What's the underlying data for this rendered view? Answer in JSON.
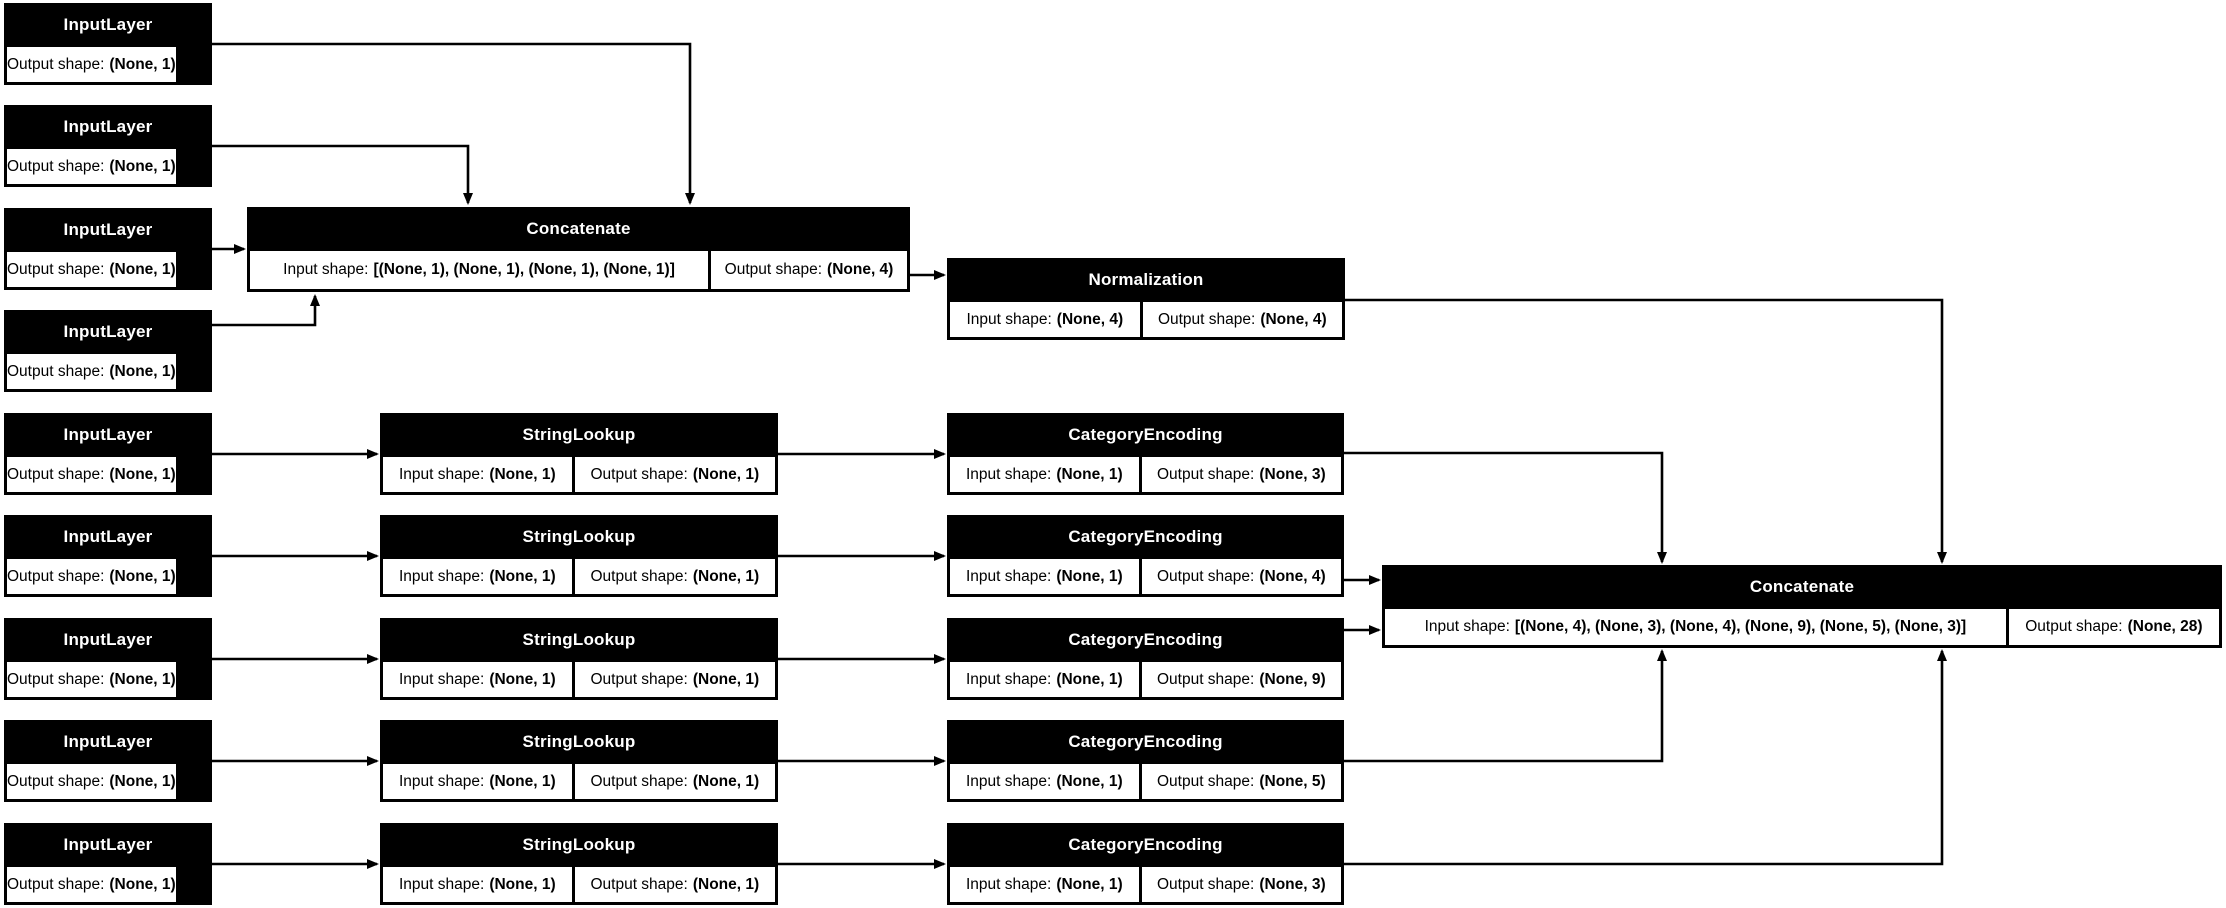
{
  "diagram": {
    "kind": "keras-model-architecture-plot",
    "colors": {
      "node_background": "#000000",
      "node_title_text": "#ffffff",
      "cell_background": "#ffffff",
      "cell_text": "#000000",
      "edge": "#000000",
      "canvas": "#ffffff"
    }
  },
  "labels": {
    "input_shape": "Input shape:",
    "output_shape": "Output shape:"
  },
  "nodes": [
    {
      "id": "input_1",
      "title": "InputLayer",
      "cells": [
        {
          "label": "Output shape:",
          "value": "(None, 1)"
        }
      ]
    },
    {
      "id": "input_2",
      "title": "InputLayer",
      "cells": [
        {
          "label": "Output shape:",
          "value": "(None, 1)"
        }
      ]
    },
    {
      "id": "input_3",
      "title": "InputLayer",
      "cells": [
        {
          "label": "Output shape:",
          "value": "(None, 1)"
        }
      ]
    },
    {
      "id": "input_4",
      "title": "InputLayer",
      "cells": [
        {
          "label": "Output shape:",
          "value": "(None, 1)"
        }
      ]
    },
    {
      "id": "concatenate",
      "title": "Concatenate",
      "cells": [
        {
          "label": "Input shape:",
          "value": "[(None, 1), (None, 1), (None, 1), (None, 1)]"
        },
        {
          "label": "Output shape:",
          "value": "(None, 4)"
        }
      ]
    },
    {
      "id": "normalization",
      "title": "Normalization",
      "cells": [
        {
          "label": "Input shape:",
          "value": "(None, 4)"
        },
        {
          "label": "Output shape:",
          "value": "(None, 4)"
        }
      ]
    },
    {
      "id": "input_5",
      "title": "InputLayer",
      "cells": [
        {
          "label": "Output shape:",
          "value": "(None, 1)"
        }
      ]
    },
    {
      "id": "input_6",
      "title": "InputLayer",
      "cells": [
        {
          "label": "Output shape:",
          "value": "(None, 1)"
        }
      ]
    },
    {
      "id": "input_7",
      "title": "InputLayer",
      "cells": [
        {
          "label": "Output shape:",
          "value": "(None, 1)"
        }
      ]
    },
    {
      "id": "input_8",
      "title": "InputLayer",
      "cells": [
        {
          "label": "Output shape:",
          "value": "(None, 1)"
        }
      ]
    },
    {
      "id": "input_9",
      "title": "InputLayer",
      "cells": [
        {
          "label": "Output shape:",
          "value": "(None, 1)"
        }
      ]
    },
    {
      "id": "string_lookup_1",
      "title": "StringLookup",
      "cells": [
        {
          "label": "Input shape:",
          "value": "(None, 1)"
        },
        {
          "label": "Output shape:",
          "value": "(None, 1)"
        }
      ]
    },
    {
      "id": "string_lookup_2",
      "title": "StringLookup",
      "cells": [
        {
          "label": "Input shape:",
          "value": "(None, 1)"
        },
        {
          "label": "Output shape:",
          "value": "(None, 1)"
        }
      ]
    },
    {
      "id": "string_lookup_3",
      "title": "StringLookup",
      "cells": [
        {
          "label": "Input shape:",
          "value": "(None, 1)"
        },
        {
          "label": "Output shape:",
          "value": "(None, 1)"
        }
      ]
    },
    {
      "id": "string_lookup_4",
      "title": "StringLookup",
      "cells": [
        {
          "label": "Input shape:",
          "value": "(None, 1)"
        },
        {
          "label": "Output shape:",
          "value": "(None, 1)"
        }
      ]
    },
    {
      "id": "string_lookup_5",
      "title": "StringLookup",
      "cells": [
        {
          "label": "Input shape:",
          "value": "(None, 1)"
        },
        {
          "label": "Output shape:",
          "value": "(None, 1)"
        }
      ]
    },
    {
      "id": "category_encoding_1",
      "title": "CategoryEncoding",
      "cells": [
        {
          "label": "Input shape:",
          "value": "(None, 1)"
        },
        {
          "label": "Output shape:",
          "value": "(None, 3)"
        }
      ]
    },
    {
      "id": "category_encoding_2",
      "title": "CategoryEncoding",
      "cells": [
        {
          "label": "Input shape:",
          "value": "(None, 1)"
        },
        {
          "label": "Output shape:",
          "value": "(None, 4)"
        }
      ]
    },
    {
      "id": "category_encoding_3",
      "title": "CategoryEncoding",
      "cells": [
        {
          "label": "Input shape:",
          "value": "(None, 1)"
        },
        {
          "label": "Output shape:",
          "value": "(None, 9)"
        }
      ]
    },
    {
      "id": "category_encoding_4",
      "title": "CategoryEncoding",
      "cells": [
        {
          "label": "Input shape:",
          "value": "(None, 1)"
        },
        {
          "label": "Output shape:",
          "value": "(None, 5)"
        }
      ]
    },
    {
      "id": "category_encoding_5",
      "title": "CategoryEncoding",
      "cells": [
        {
          "label": "Input shape:",
          "value": "(None, 1)"
        },
        {
          "label": "Output shape:",
          "value": "(None, 3)"
        }
      ]
    },
    {
      "id": "concatenate_1",
      "title": "Concatenate",
      "cells": [
        {
          "label": "Input shape:",
          "value": "[(None, 4), (None, 3), (None, 4), (None, 9), (None, 5), (None, 3)]"
        },
        {
          "label": "Output shape:",
          "value": "(None, 28)"
        }
      ]
    }
  ],
  "connections": [
    {
      "from": "input_1",
      "to": "concatenate"
    },
    {
      "from": "input_2",
      "to": "concatenate"
    },
    {
      "from": "input_3",
      "to": "concatenate"
    },
    {
      "from": "input_4",
      "to": "concatenate"
    },
    {
      "from": "concatenate",
      "to": "normalization"
    },
    {
      "from": "normalization",
      "to": "concatenate_1"
    },
    {
      "from": "input_5",
      "to": "string_lookup_1"
    },
    {
      "from": "input_6",
      "to": "string_lookup_2"
    },
    {
      "from": "input_7",
      "to": "string_lookup_3"
    },
    {
      "from": "input_8",
      "to": "string_lookup_4"
    },
    {
      "from": "input_9",
      "to": "string_lookup_5"
    },
    {
      "from": "string_lookup_1",
      "to": "category_encoding_1"
    },
    {
      "from": "string_lookup_2",
      "to": "category_encoding_2"
    },
    {
      "from": "string_lookup_3",
      "to": "category_encoding_3"
    },
    {
      "from": "string_lookup_4",
      "to": "category_encoding_4"
    },
    {
      "from": "string_lookup_5",
      "to": "category_encoding_5"
    },
    {
      "from": "category_encoding_1",
      "to": "concatenate_1"
    },
    {
      "from": "category_encoding_2",
      "to": "concatenate_1"
    },
    {
      "from": "category_encoding_3",
      "to": "concatenate_1"
    },
    {
      "from": "category_encoding_4",
      "to": "concatenate_1"
    },
    {
      "from": "category_encoding_5",
      "to": "concatenate_1"
    }
  ]
}
